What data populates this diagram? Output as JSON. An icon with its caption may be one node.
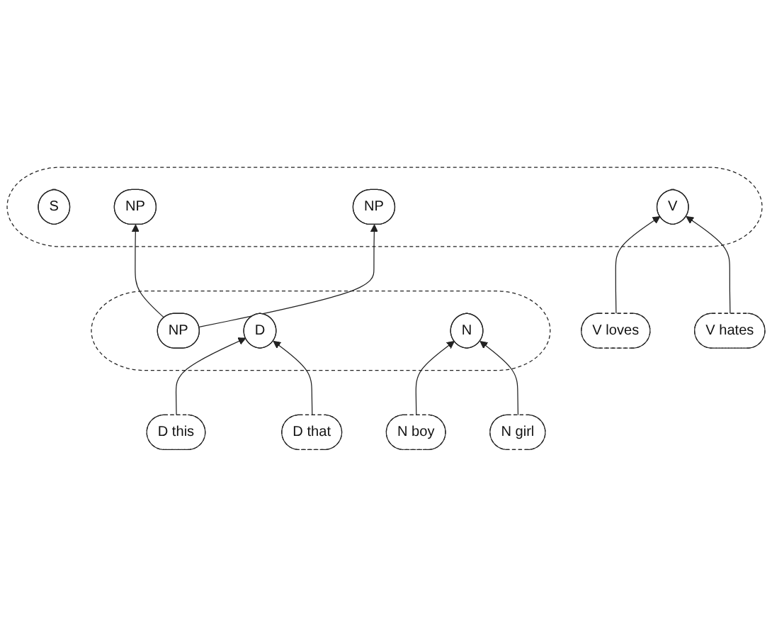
{
  "diagram": {
    "nodes": [
      {
        "text": [],
        "shape": "ellipse"
      },
      {
        "text": [
          "S"
        ],
        "in": 0
      },
      {
        "text": [
          "NP"
        ],
        "in": 0
      },
      {
        "text": [
          "V"
        ],
        "in": 0
      },
      {
        "text": [
          "NP"
        ],
        "in": 0
      },
      {
        "text": [],
        "shape": "ellipse"
      },
      {
        "text": [
          "NP"
        ],
        "in": 5
      },
      {
        "text": [
          "D"
        ],
        "in": 5
      },
      {
        "text": [
          "N"
        ],
        "in": 5
      },
      {
        "text": [
          "V loves"
        ]
      },
      {
        "text": [
          "V hates"
        ]
      },
      {
        "text": [
          "D this"
        ]
      },
      {
        "text": [
          "N boy"
        ]
      },
      {
        "text": [
          "D that"
        ]
      },
      {
        "text": [
          "N girl"
        ]
      }
    ],
    "edges": [
      {
        "from": 6,
        "to": 2,
        "arrow": "to"
      },
      {
        "from": 6,
        "to": 4,
        "arrow": "to"
      },
      {
        "from": 9,
        "to": 3,
        "arrow": "to"
      },
      {
        "from": 10,
        "to": 3,
        "arrow": "to"
      },
      {
        "from": 11,
        "to": 7,
        "arrow": "to"
      },
      {
        "from": 13,
        "to": 7,
        "arrow": "to"
      },
      {
        "from": 12,
        "to": 8,
        "arrow": "to"
      },
      {
        "from": 14,
        "to": 8,
        "arrow": "to"
      }
    ]
  }
}
